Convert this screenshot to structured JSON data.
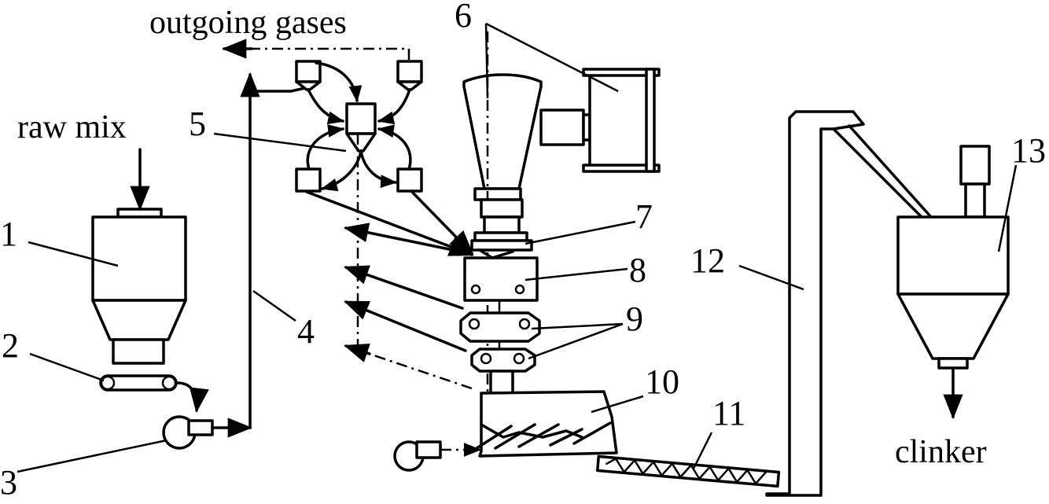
{
  "labels": {
    "outgoing_gases": "outgoing gases",
    "raw_mix": "raw mix",
    "clinker": "clinker"
  },
  "numbers": {
    "n1": "1",
    "n2": "2",
    "n3": "3",
    "n4": "4",
    "n5": "5",
    "n6": "6",
    "n7": "7",
    "n8": "8",
    "n9": "9",
    "n10": "10",
    "n11": "11",
    "n12": "12",
    "n13": "13"
  }
}
